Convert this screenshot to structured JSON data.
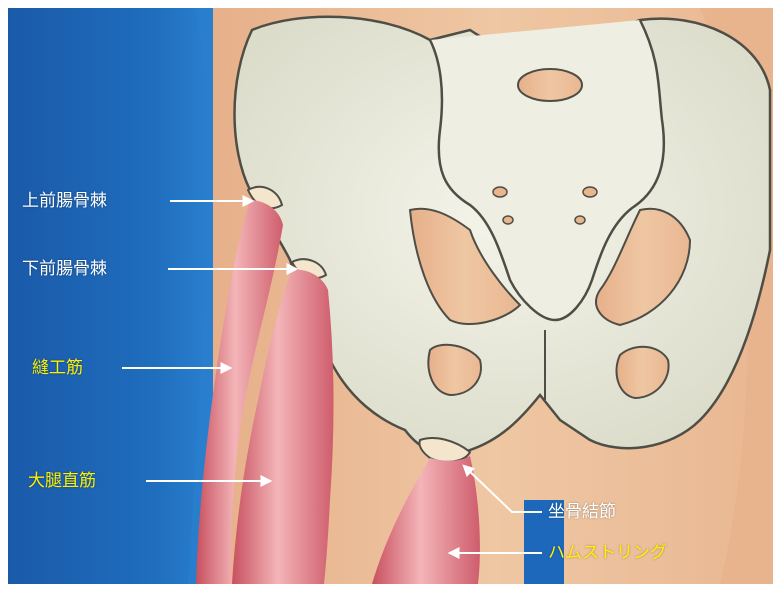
{
  "labels": {
    "asis": "上前腸骨棘",
    "aiis": "下前腸骨棘",
    "sartorius": "縫工筋",
    "rectus_femoris": "大腿直筋",
    "ischial_tuberosity": "坐骨結節",
    "hamstring": "ハムストリング"
  },
  "colors": {
    "background_blue": "#1d63b4",
    "skin": "#e8b58f",
    "bone": "#e9e9db",
    "bone_outline": "#4e4e46",
    "muscle": "#d9707e",
    "label_white": "#ffffff",
    "label_yellow": "#fff100",
    "arrow": "#ffffff"
  }
}
